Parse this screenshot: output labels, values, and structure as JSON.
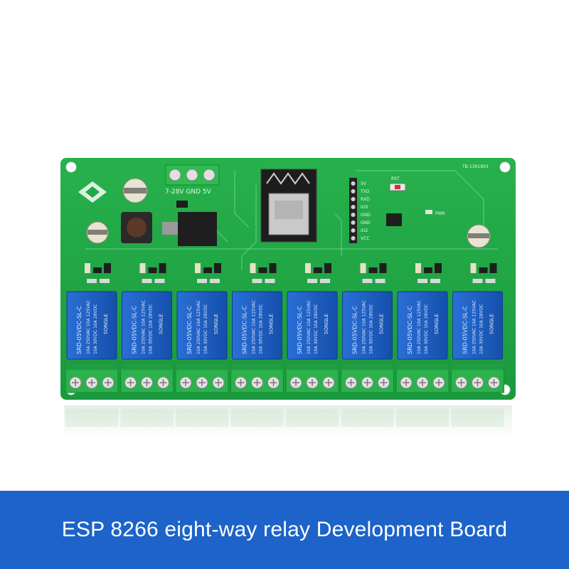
{
  "caption": "ESP 8266 eight-way relay Development Board",
  "board": {
    "power_label": "7-28V GND 5V",
    "serial_no": "TB-1361903",
    "rst_label": "RST",
    "pwr_label": "PWR",
    "header_pins": [
      "5V",
      "TXD",
      "RXD",
      "IO0",
      "GND",
      "GND",
      "IO2",
      "VCC"
    ],
    "relay_model": "SRD-05VDC-SL-C",
    "relay_brand": "SONGLE",
    "relay_rating_1": "10A 250VAC 10A 125VAC",
    "relay_rating_2": "10A 30VDC 10A 28VDC",
    "relay_count": 8,
    "colors": {
      "pcb": "#1fa845",
      "relay": "#1a5fc4",
      "terminal": "#2bb24c",
      "caption_bar": "#1d63c9"
    }
  }
}
